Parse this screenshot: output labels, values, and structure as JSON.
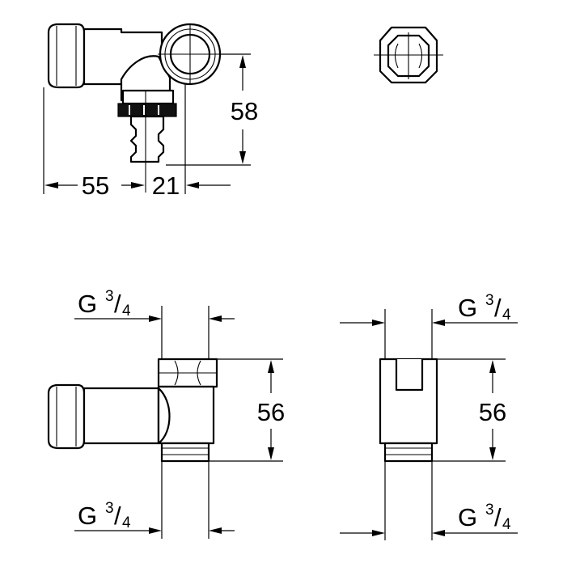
{
  "top_view": {
    "dim_width_left": "55",
    "dim_width_right": "21",
    "dim_height": "58"
  },
  "front_view": {
    "thread_top": {
      "g": "G",
      "num": "3",
      "den": "4"
    },
    "thread_bottom": {
      "g": "G",
      "num": "3",
      "den": "4"
    },
    "dim_height": "56"
  },
  "side_view": {
    "thread_top": {
      "g": "G",
      "num": "3",
      "den": "4"
    },
    "thread_bottom": {
      "g": "G",
      "num": "3",
      "den": "4"
    },
    "dim_height": "56"
  }
}
